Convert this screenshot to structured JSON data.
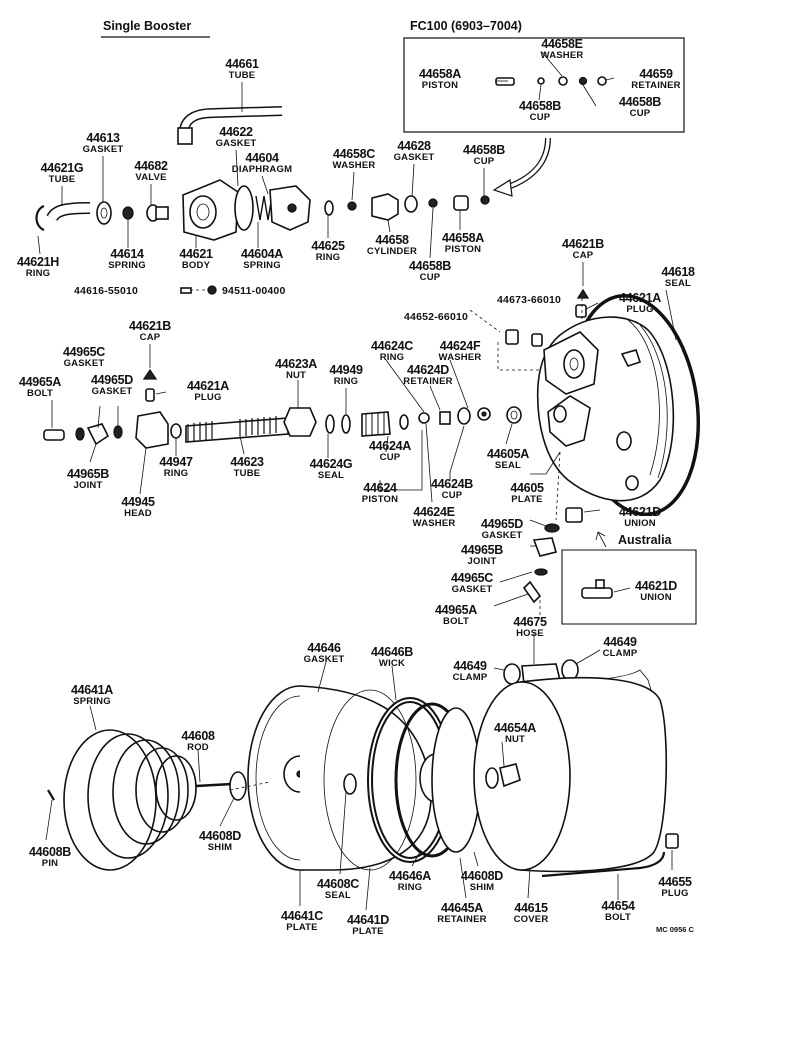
{
  "header": {
    "title": "Single Booster",
    "model": "FC100 (6903–7004)",
    "region": "Australia",
    "code": "MC 0956 C"
  },
  "labels": [
    {
      "id": "p44661",
      "part": "44661",
      "name": "TUBE"
    },
    {
      "id": "p44622",
      "part": "44622",
      "name": "GASKET"
    },
    {
      "id": "p44613",
      "part": "44613",
      "name": "GASKET"
    },
    {
      "id": "p44682",
      "part": "44682",
      "name": "VALVE"
    },
    {
      "id": "p44604",
      "part": "44604",
      "name": "DIAPHRAGM"
    },
    {
      "id": "p44658C",
      "part": "44658C",
      "name": "WASHER"
    },
    {
      "id": "p44628",
      "part": "44628",
      "name": "GASKET"
    },
    {
      "id": "p44658B_top",
      "part": "44658B",
      "name": "CUP"
    },
    {
      "id": "p44621G",
      "part": "44621G",
      "name": "TUBE"
    },
    {
      "id": "p44621H",
      "part": "44621H",
      "name": "RING"
    },
    {
      "id": "p44614",
      "part": "44614",
      "name": "SPRING"
    },
    {
      "id": "p44621",
      "part": "44621",
      "name": "BODY"
    },
    {
      "id": "p44604A",
      "part": "44604A",
      "name": "SPRING"
    },
    {
      "id": "p44625",
      "part": "44625",
      "name": "RING"
    },
    {
      "id": "p44658",
      "part": "44658",
      "name": "CYLINDER"
    },
    {
      "id": "p44658A",
      "part": "44658A",
      "name": "PISTON"
    },
    {
      "id": "p44658B_mid",
      "part": "44658B",
      "name": "CUP"
    },
    {
      "id": "p44658E",
      "part": "44658E",
      "name": "WASHER"
    },
    {
      "id": "p44658A_inset",
      "part": "44658A",
      "name": "PISTON"
    },
    {
      "id": "p44659",
      "part": "44659",
      "name": "RETAINER"
    },
    {
      "id": "p44658B_inset1",
      "part": "44658B",
      "name": "CUP"
    },
    {
      "id": "p44658B_inset2",
      "part": "44658B",
      "name": "CUP"
    },
    {
      "id": "p44621B_top",
      "part": "44621B",
      "name": "CAP"
    },
    {
      "id": "p44618",
      "part": "44618",
      "name": "SEAL"
    },
    {
      "id": "p44621A_top",
      "part": "44621A",
      "name": "PLUG"
    },
    {
      "id": "p44621B_mid",
      "part": "44621B",
      "name": "CAP"
    },
    {
      "id": "p44965C_left",
      "part": "44965C",
      "name": "GASKET"
    },
    {
      "id": "p44965A_left",
      "part": "44965A",
      "name": "BOLT"
    },
    {
      "id": "p44965D_left",
      "part": "44965D",
      "name": "GASKET"
    },
    {
      "id": "p44621A_mid",
      "part": "44621A",
      "name": "PLUG"
    },
    {
      "id": "p44623A",
      "part": "44623A",
      "name": "NUT"
    },
    {
      "id": "p44949",
      "part": "44949",
      "name": "RING"
    },
    {
      "id": "p44624C",
      "part": "44624C",
      "name": "RING"
    },
    {
      "id": "p44624F",
      "part": "44624F",
      "name": "WASHER"
    },
    {
      "id": "p44624D",
      "part": "44624D",
      "name": "RETAINER"
    },
    {
      "id": "p44965B_left",
      "part": "44965B",
      "name": "JOINT"
    },
    {
      "id": "p44947",
      "part": "44947",
      "name": "RING"
    },
    {
      "id": "p44623",
      "part": "44623",
      "name": "TUBE"
    },
    {
      "id": "p44624G",
      "part": "44624G",
      "name": "SEAL"
    },
    {
      "id": "p44624A",
      "part": "44624A",
      "name": "CUP"
    },
    {
      "id": "p44605A",
      "part": "44605A",
      "name": "SEAL"
    },
    {
      "id": "p44945",
      "part": "44945",
      "name": "HEAD"
    },
    {
      "id": "p44624",
      "part": "44624",
      "name": "PISTON"
    },
    {
      "id": "p44624B",
      "part": "44624B",
      "name": "CUP"
    },
    {
      "id": "p44605",
      "part": "44605",
      "name": "PLATE"
    },
    {
      "id": "p44624E",
      "part": "44624E",
      "name": "WASHER"
    },
    {
      "id": "p44965D_right",
      "part": "44965D",
      "name": "GASKET"
    },
    {
      "id": "p44621D_top",
      "part": "44621D",
      "name": "UNION"
    },
    {
      "id": "p44965B_right",
      "part": "44965B",
      "name": "JOINT"
    },
    {
      "id": "p44965C_right",
      "part": "44965C",
      "name": "GASKET"
    },
    {
      "id": "p44621D_inset",
      "part": "44621D",
      "name": "UNION"
    },
    {
      "id": "p44965A_right",
      "part": "44965A",
      "name": "BOLT"
    },
    {
      "id": "p44675",
      "part": "44675",
      "name": "HOSE"
    },
    {
      "id": "p44649_right",
      "part": "44649",
      "name": "CLAMP"
    },
    {
      "id": "p44649_left",
      "part": "44649",
      "name": "CLAMP"
    },
    {
      "id": "p44646",
      "part": "44646",
      "name": "GASKET"
    },
    {
      "id": "p44646B",
      "part": "44646B",
      "name": "WICK"
    },
    {
      "id": "p44641A",
      "part": "44641A",
      "name": "SPRING"
    },
    {
      "id": "p44608",
      "part": "44608",
      "name": "ROD"
    },
    {
      "id": "p44654A",
      "part": "44654A",
      "name": "NUT"
    },
    {
      "id": "p44608D_left",
      "part": "44608D",
      "name": "SHIM"
    },
    {
      "id": "p44608B",
      "part": "44608B",
      "name": "PIN"
    },
    {
      "id": "p44608C",
      "part": "44608C",
      "name": "SEAL"
    },
    {
      "id": "p44646A",
      "part": "44646A",
      "name": "RING"
    },
    {
      "id": "p44608D_right",
      "part": "44608D",
      "name": "SHIM"
    },
    {
      "id": "p44655",
      "part": "44655",
      "name": "PLUG"
    },
    {
      "id": "p44641C",
      "part": "44641C",
      "name": "PLATE"
    },
    {
      "id": "p44641D",
      "part": "44641D",
      "name": "PLATE"
    },
    {
      "id": "p44645A",
      "part": "44645A",
      "name": "RETAINER"
    },
    {
      "id": "p44615",
      "part": "44615",
      "name": "COVER"
    },
    {
      "id": "p44654",
      "part": "44654",
      "name": "BOLT"
    }
  ],
  "fasteners": [
    {
      "id": "f44616",
      "text": "44616-55010"
    },
    {
      "id": "f94511",
      "text": "94511-00400"
    },
    {
      "id": "f44652",
      "text": "44652-66010"
    },
    {
      "id": "f44673",
      "text": "44673-66010"
    }
  ]
}
